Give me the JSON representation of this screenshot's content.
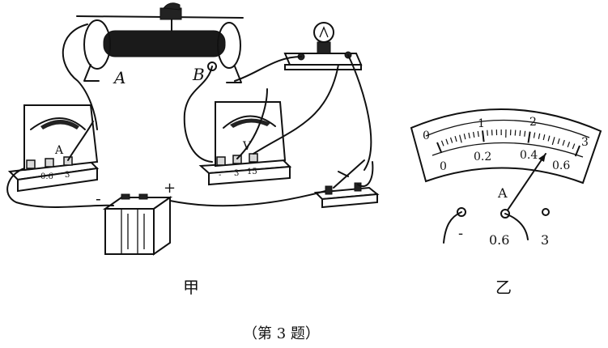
{
  "figure_a": {
    "caption": "甲",
    "rheostat_label_a": "A",
    "rheostat_label_b": "B",
    "ammeter": {
      "letter": "A",
      "terminal_minus": "-",
      "terminal_mid": "0.6",
      "terminal_right": "3"
    },
    "voltmeter": {
      "letter": "V",
      "terminal_minus": "-",
      "terminal_mid": "3",
      "terminal_right": "15"
    },
    "battery_minus": "-",
    "battery_plus": "+"
  },
  "figure_b": {
    "caption": "乙",
    "dial_letter": "A",
    "upper_scale": [
      "0",
      "1",
      "2",
      "3"
    ],
    "lower_scale": [
      "0",
      "0.2",
      "0.4",
      "0.6"
    ],
    "terminal_minus": "-",
    "terminal_mid": "0.6",
    "terminal_right": "3",
    "needle_value_0_6_range": 0.5
  },
  "footer": {
    "label": "（第 3 题）"
  }
}
